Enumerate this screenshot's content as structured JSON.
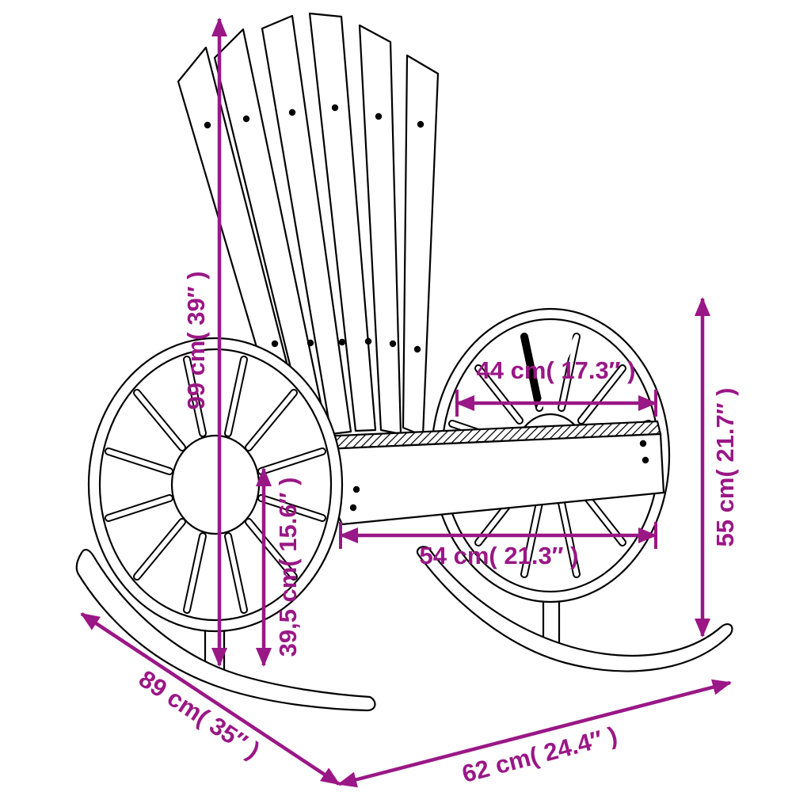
{
  "diagram": {
    "subject": "Adirondack rocking chair with wagon-wheel sides — product dimension drawing",
    "colors": {
      "dimension_accent": "#9A1786",
      "outline": "#000000",
      "background": "#FFFFFF"
    },
    "dimensions": {
      "back_height": "99 cm( 39″ )",
      "inner_seat_width": "44 cm( 17.3″ )",
      "seat_depth": "54 cm( 21.3″ )",
      "seat_height": "39,5 cm( 15.6″ )",
      "armrest_height": "55 cm( 21.7″ )",
      "overall_depth": "89 cm( 35″ )",
      "overall_width": "62 cm( 24.4″ )"
    }
  }
}
